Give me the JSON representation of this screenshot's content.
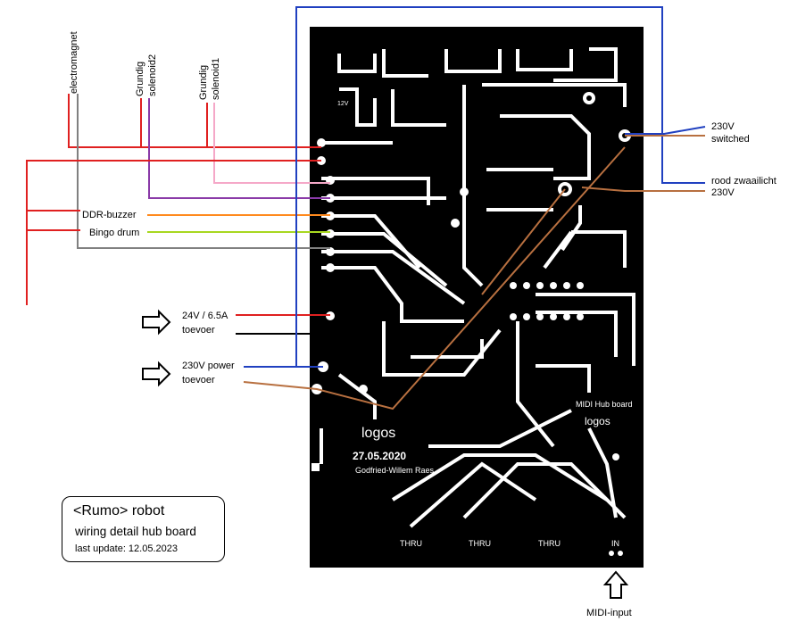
{
  "labels": {
    "electromagnet": "electromagnet",
    "solenoid2_line1": "Grundig",
    "solenoid2_line2": "solenoid2",
    "solenoid1_line1": "Grundig",
    "solenoid1_line2": "solenoid1",
    "ddr_buzzer": "DDR-buzzer",
    "bingo_drum": "Bingo drum",
    "power24_line1": "24V / 6.5A",
    "power24_line2": "toevoer",
    "power230_line1": "230V power",
    "power230_line2": "toevoer",
    "switched_line1": "230V",
    "switched_line2": "switched",
    "rood_line1": "rood zwaailicht",
    "rood_line2": "230V",
    "midi_input": "MIDI-input"
  },
  "pcb_text": {
    "voltage": "12V",
    "board_name": "MIDI Hub board",
    "logo_top": "logos",
    "logo_main": "logos",
    "date": "27.05.2020",
    "author": "Godfried-Willem Raes",
    "port_labels": [
      "THRU",
      "THRU",
      "THRU",
      "IN"
    ]
  },
  "title_box": {
    "title": "<Rumo> robot",
    "subtitle": "wiring detail hub board",
    "last_update": "last update: 12.05.2023"
  },
  "colors": {
    "red": "#e02020",
    "grey": "#808080",
    "purple": "#8a3aa8",
    "pink": "#f5a8c8",
    "orange": "#ff8a1e",
    "yellowgreen": "#a8d820",
    "blue": "#2040c0",
    "brown": "#b87040",
    "black": "#000000",
    "pcb": "#000000"
  }
}
